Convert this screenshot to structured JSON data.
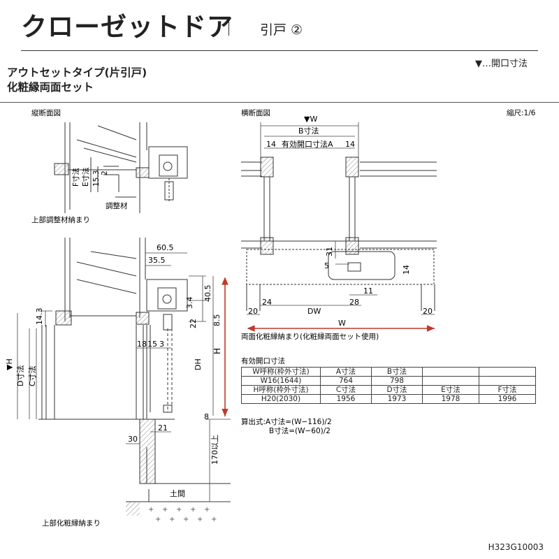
{
  "header": {
    "title": "クローゼットドア",
    "separator": "|",
    "subtitle": "引戸 ②",
    "legend": "▼…開口寸法",
    "type_line1": "アウトセットタイプ(片引戸)",
    "type_line2": "化粧縁両面セット"
  },
  "left": {
    "section_label": "縦断面図",
    "top_caption": "上部調整材納まり",
    "bottom_caption": "上部化粧縁納まり",
    "adjust_label": "調整材",
    "f_label": "F寸法",
    "e_label": "E寸法",
    "dims_top": [
      "15.3",
      "2"
    ],
    "dims_main": [
      "60.5",
      "35.5",
      "40.5",
      "3.4",
      "22",
      "8.5",
      "14.3",
      "18",
      "15",
      "3",
      "8",
      "21",
      "30"
    ],
    "h_label": "▼H",
    "d_label": "D寸法",
    "c_label": "C寸法",
    "dh_label": "DH",
    "H_label": "H",
    "floor_label": "土間",
    "height_label": "170以上"
  },
  "right": {
    "section_label": "横断面図",
    "scale": "縮尺:1/6",
    "w_label": "▼W",
    "b_label": "B寸法",
    "a_label": "有効開口寸法A",
    "dims": [
      "14",
      "14",
      "31",
      "5",
      "14",
      "11",
      "24",
      "28",
      "20",
      "20"
    ],
    "dw_label": "DW",
    "W_label": "W",
    "caption": "両面化粧縁納まり(化粧縁両面セット使用)"
  },
  "table": {
    "title": "有効開口寸法",
    "rows": [
      [
        "W呼称(枠外寸法)",
        "A寸法",
        "B寸法",
        "",
        ""
      ],
      [
        "W16(1644)",
        "764",
        "798",
        "",
        ""
      ],
      [
        "H呼称(枠外寸法)",
        "C寸法",
        "D寸法",
        "E寸法",
        "F寸法"
      ],
      [
        "H20(2030)",
        "1956",
        "1973",
        "1978",
        "1996"
      ]
    ]
  },
  "formula": {
    "line1": "算出式:A寸法=(W−116)/2",
    "line2": "B寸法=(W−60)/2"
  },
  "code": "H323G10003",
  "colors": {
    "accent": "#c0392b",
    "line": "#333333",
    "hatch": "#777777"
  }
}
